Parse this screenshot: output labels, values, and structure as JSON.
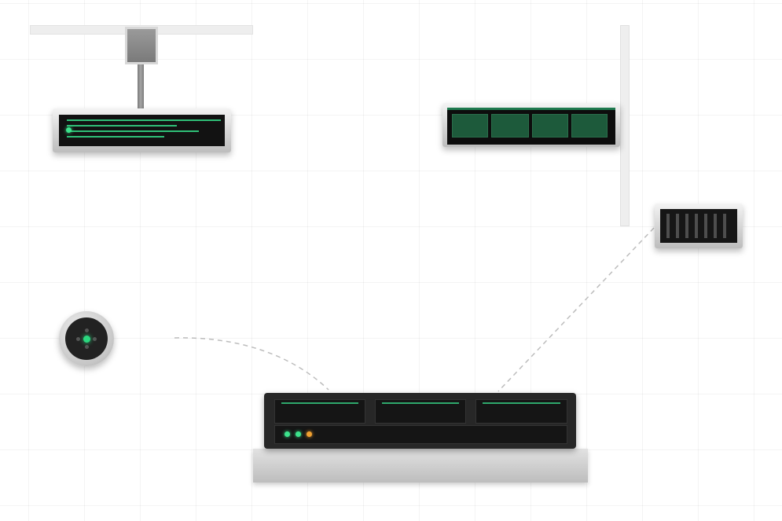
{
  "colors": {
    "accent_green": "#2ea86c",
    "led_green": "#3ce38c",
    "led_amber": "#f0a030",
    "panel_dark": "#151515",
    "connector": "#bdbdbd"
  },
  "devices": [
    {
      "name": "ceiling-display",
      "icon": "display-icon"
    },
    {
      "name": "wall-display",
      "icon": "display-icon"
    },
    {
      "name": "vent-unit",
      "icon": "vent-icon"
    },
    {
      "name": "round-speaker",
      "icon": "speaker-icon"
    },
    {
      "name": "control-console",
      "icon": "console-icon"
    }
  ],
  "console": {
    "status_leds": [
      "green",
      "green",
      "amber"
    ]
  },
  "connectors": [
    {
      "from": "round-speaker",
      "to": "control-console",
      "style": "dashed"
    },
    {
      "from": "vent-unit",
      "to": "control-console",
      "style": "dashed"
    }
  ]
}
